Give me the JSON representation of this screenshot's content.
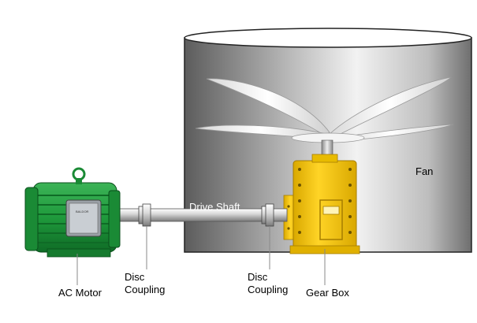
{
  "labels": {
    "ac_motor": "AC Motor",
    "disc_coupling_left_line1": "Disc",
    "disc_coupling_left_line2": "Coupling",
    "disc_coupling_right_line1": "Disc",
    "disc_coupling_right_line2": "Coupling",
    "gear_box": "Gear Box",
    "drive_shaft": "Drive Shaft",
    "fan": "Fan",
    "motor_brand": "BALDOR"
  },
  "colors": {
    "motor_green": "#1f9a3c",
    "motor_dark": "#0f6b26",
    "gearbox_yellow": "#f2c515",
    "gearbox_dark": "#c99a00",
    "tank_gray": "#7a7a7a"
  }
}
